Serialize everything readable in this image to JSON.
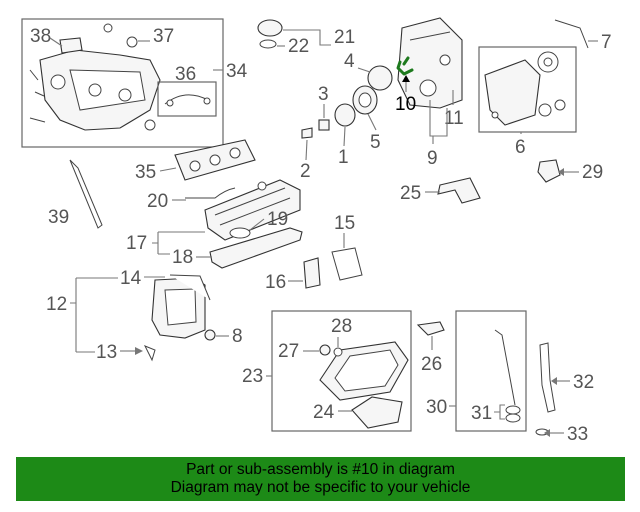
{
  "callouts": {
    "c1": "1",
    "c2": "2",
    "c3": "3",
    "c4": "4",
    "c5": "5",
    "c6": "6",
    "c7": "7",
    "c8": "8",
    "c9": "9",
    "c10": "10",
    "c11": "11",
    "c12": "12",
    "c13": "13",
    "c14": "14",
    "c15": "15",
    "c16": "16",
    "c17": "17",
    "c18": "18",
    "c19": "19",
    "c20": "20",
    "c21": "21",
    "c22": "22",
    "c23": "23",
    "c24": "24",
    "c25": "25",
    "c26": "26",
    "c27": "27",
    "c28": "28",
    "c29": "29",
    "c30": "30",
    "c31": "31",
    "c32": "32",
    "c33": "33",
    "c34": "34",
    "c35": "35",
    "c36": "36",
    "c37": "37",
    "c38": "38",
    "c39": "39"
  },
  "highlighted_callout": "10",
  "banner": {
    "line1": "Part or sub-assembly is #10 in diagram",
    "line2": "Diagram may not be specific to your vehicle"
  },
  "colors": {
    "banner": "#1d8a17",
    "highlight": "#1e7a1e",
    "callout": "#555555"
  }
}
